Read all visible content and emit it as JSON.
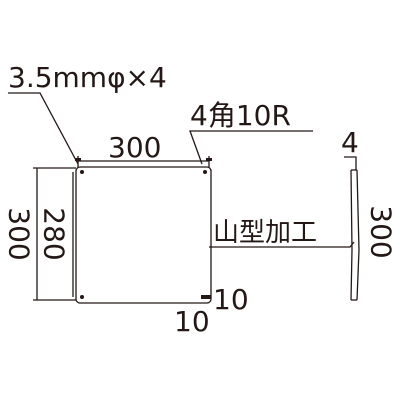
{
  "labels": {
    "hole_spec": "3.5mmφ×4",
    "corner_spec": "4角10R",
    "width": "300",
    "height_outer": "300",
    "height_inner": "280",
    "margin_x": "10",
    "margin_y": "10",
    "thickness": "4",
    "side_height": "300",
    "bend": "山型加工"
  },
  "colors": {
    "line": "#231815",
    "background": "#ffffff"
  }
}
